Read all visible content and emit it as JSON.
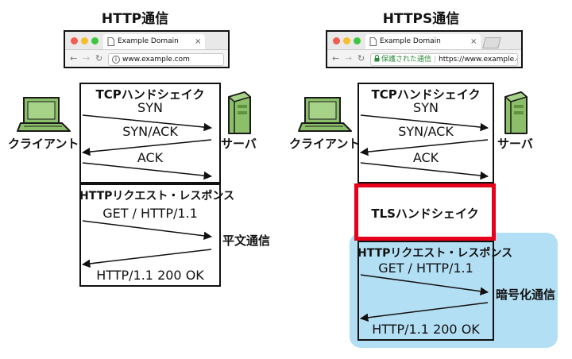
{
  "left": {
    "title": "HTTP通信",
    "browser": {
      "tab_title": "Example Domain",
      "close_symbol": "×",
      "url": "www.example.com"
    },
    "tcp": {
      "heading": "TCPハンドシェイク",
      "messages": [
        "SYN",
        "SYN/ACK",
        "ACK"
      ]
    },
    "http": {
      "heading": "HTTPリクエスト・レスポンス",
      "request": "GET / HTTP/1.1",
      "response": "HTTP/1.1 200 OK"
    },
    "client_label": "クライアント",
    "server_label": "サーバ",
    "channel_label": "平文通信"
  },
  "right": {
    "title": "HTTPS通信",
    "browser": {
      "tab_title": "Example Domain",
      "close_symbol": "×",
      "secure_text": "保護された通信",
      "url": "https://www.example.com"
    },
    "tcp": {
      "heading": "TCPハンドシェイク",
      "messages": [
        "SYN",
        "SYN/ACK",
        "ACK"
      ]
    },
    "tls": {
      "heading": "TLSハンドシェイク"
    },
    "http": {
      "heading": "HTTPリクエスト・レスポンス",
      "request": "GET / HTTP/1.1",
      "response": "HTTP/1.1 200 OK"
    },
    "client_label": "クライアント",
    "server_label": "サーバ",
    "channel_label": "暗号化通信"
  },
  "colors": {
    "tls_border": "#e6001a",
    "encrypted_bg": "#b3dff5",
    "laptop_green": "#8cbf6a",
    "server_green": "#8cbf6a",
    "secure_green": "#2e8b3a"
  }
}
